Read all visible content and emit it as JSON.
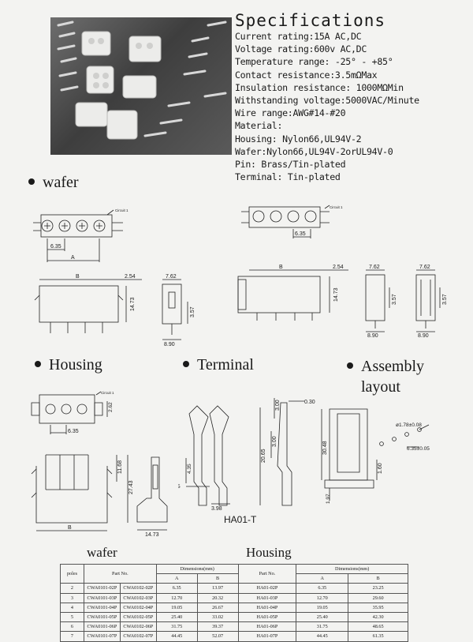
{
  "specs": {
    "title": "Specifications",
    "lines": [
      "Current rating:15A AC,DC",
      "Voltage rating:600v AC,DC",
      "Temperature range: -25°  -  +85°",
      "Contact resistance:3.5mΩMax",
      "Insulation resistance: 1000MΩMin",
      "Withstanding voltage:5000VAC/Minute",
      "Wire range:AWG#14-#20",
      "Material:",
      "Housing: Nylon66,UL94V-2",
      "Wafer:Nylon66,UL94V-2orUL94V-0",
      "Pin: Brass/Tin-plated",
      "Terminal: Tin-plated"
    ]
  },
  "sections": {
    "wafer": "wafer",
    "housing": "Housing",
    "terminal": "Terminal",
    "assembly_line1": "Assembly",
    "assembly_line2": "layout"
  },
  "dims": {
    "circuit1": "Circuit 1",
    "d635": "6.35",
    "dA": "A",
    "dB": "B",
    "d254": "2.54",
    "d762": "7.62",
    "d1473": "14.73",
    "d357": "3.57",
    "d890": "8.90",
    "d262": "2.62",
    "d1168": "11.68",
    "d2743": "27.43",
    "d300": "3.00",
    "d030": "0.30",
    "d435": "4.35",
    "d2065": "20.65",
    "d398": "3.98",
    "d3048": "30.48",
    "d160": "1.60",
    "d197": "1.97",
    "d178": "ø1.78±0.08",
    "d635tol": "6.35±0.05",
    "terminal_part": "HA01-T"
  },
  "table": {
    "title_left": "wafer",
    "title_right": "Housing",
    "h_poles": "poles",
    "h_partno": "Part No.",
    "h_dims": "Dimensions(mm)",
    "h_a": "A",
    "h_b": "B",
    "rows": [
      {
        "p": "2",
        "w1": "CWA0101-02P",
        "w2": "CWA0102-02P",
        "a": "6.35",
        "b": "13.97",
        "h": "HA01-02P",
        "ha": "6.35",
        "hb": "23.25"
      },
      {
        "p": "3",
        "w1": "CWA0101-03P",
        "w2": "CWA0102-03P",
        "a": "12.70",
        "b": "20.32",
        "h": "HA01-03P",
        "ha": "12.70",
        "hb": "29.60"
      },
      {
        "p": "4",
        "w1": "CWA0101-04P",
        "w2": "CWA0102-04P",
        "a": "19.05",
        "b": "26.67",
        "h": "HA01-04P",
        "ha": "19.05",
        "hb": "35.95"
      },
      {
        "p": "5",
        "w1": "CWA0101-05P",
        "w2": "CWA0102-05P",
        "a": "25.40",
        "b": "33.02",
        "h": "HA01-05P",
        "ha": "25.40",
        "hb": "42.30"
      },
      {
        "p": "6",
        "w1": "CWA0101-06P",
        "w2": "CWA0102-06P",
        "a": "31.75",
        "b": "39.37",
        "h": "HA01-06P",
        "ha": "31.75",
        "hb": "48.65"
      },
      {
        "p": "7",
        "w1": "CWA0101-07P",
        "w2": "CWA0102-07P",
        "a": "44.45",
        "b": "52.07",
        "h": "HA01-07P",
        "ha": "44.45",
        "hb": "61.35"
      }
    ]
  }
}
